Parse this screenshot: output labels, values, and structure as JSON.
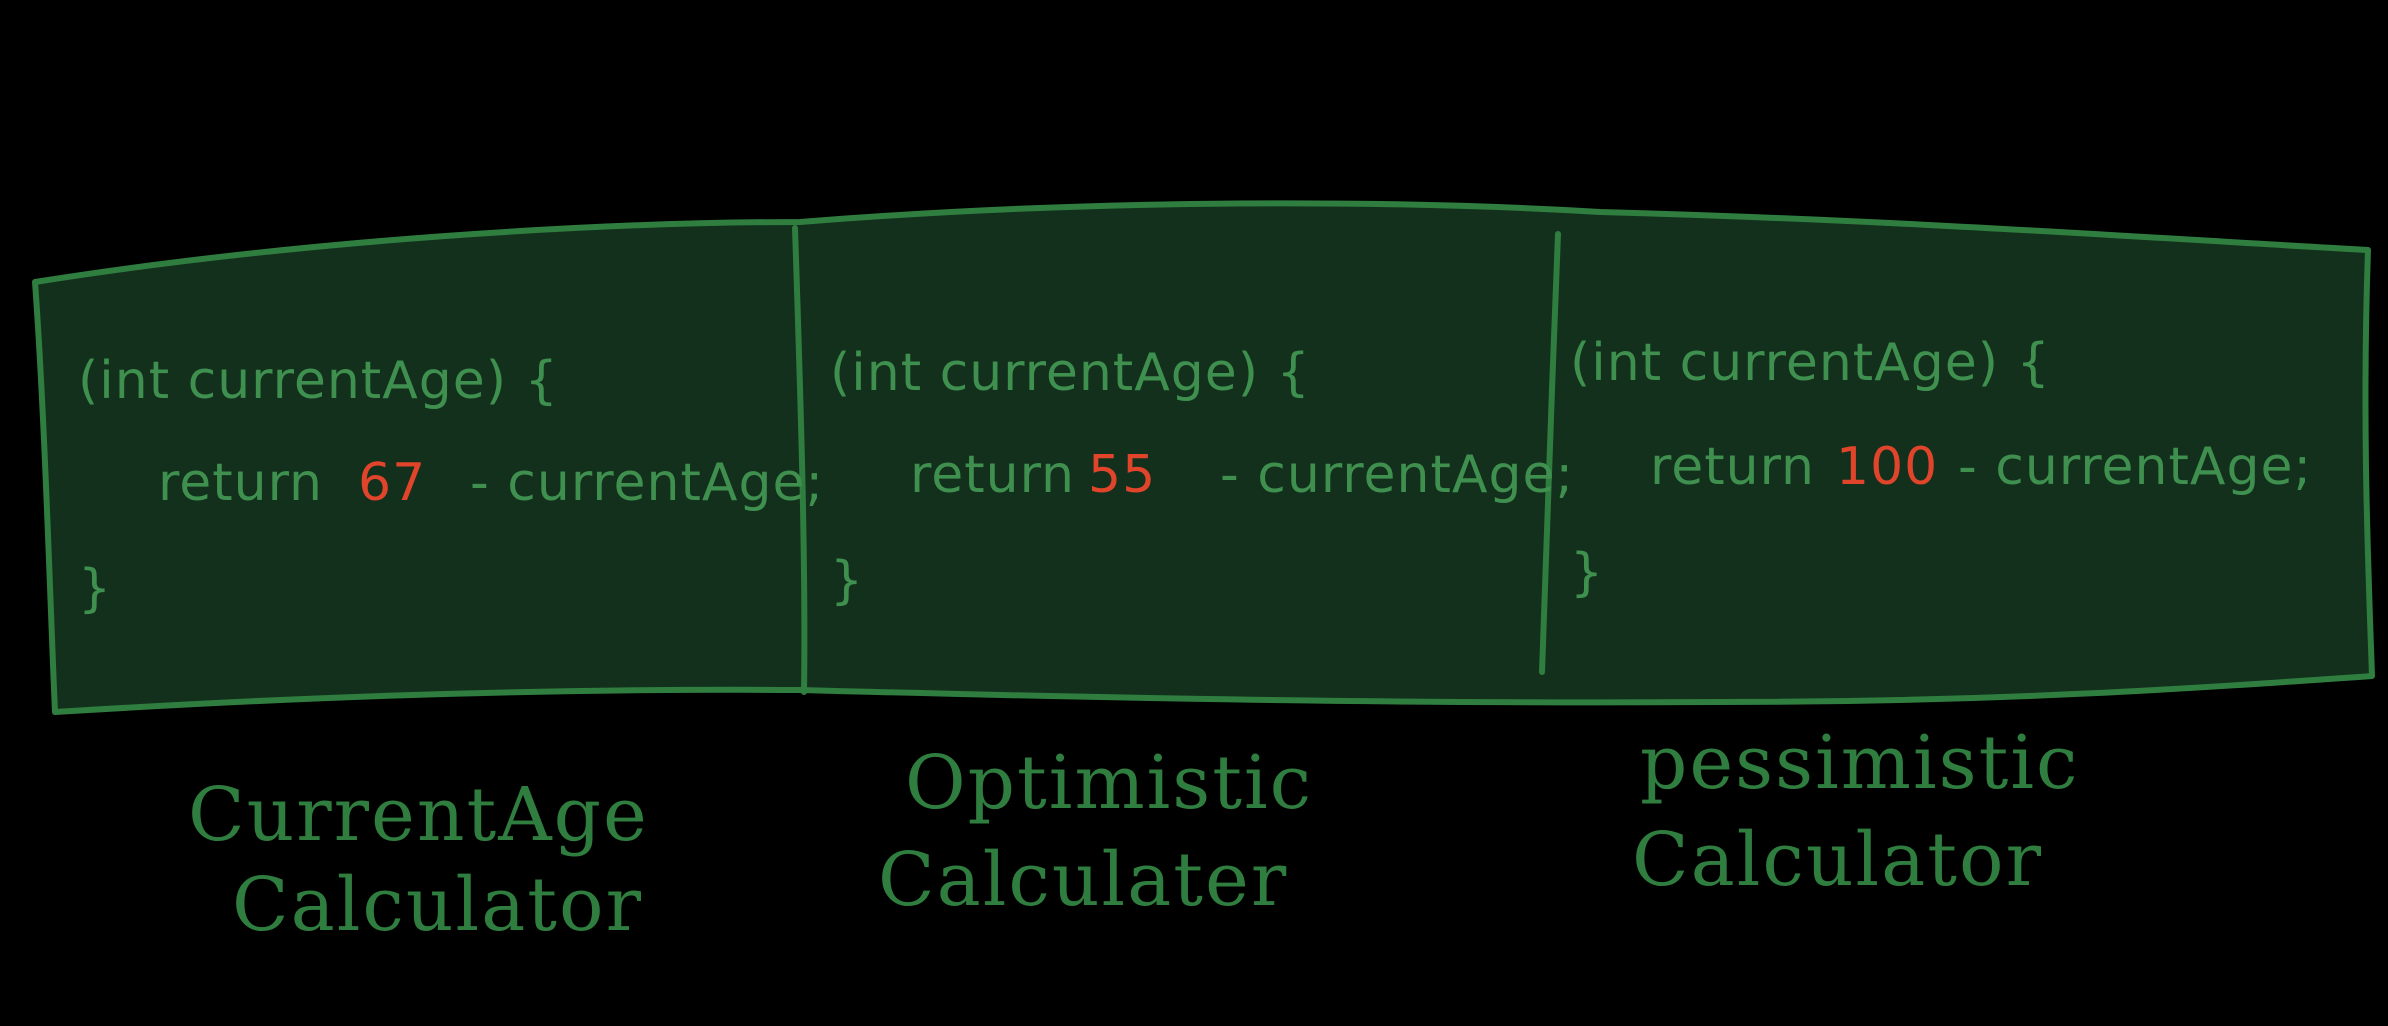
{
  "colors": {
    "background": "#000000",
    "panel_fill": "#12301c",
    "stroke": "#2f7d3f",
    "code_text": "#3f8f4f",
    "number_text": "#e0442a"
  },
  "panels": [
    {
      "signature": "(int currentAge) {",
      "return_keyword": "return",
      "number": "67",
      "expression": "- currentAge;",
      "closing": "}",
      "caption_line1": "CurrentAge",
      "caption_line2": "Calculator"
    },
    {
      "signature": "(int currentAge) {",
      "return_keyword": "return",
      "number": "55",
      "expression": "- currentAge;",
      "closing": "}",
      "caption_line1": "Optimistic",
      "caption_line2": "Calculater"
    },
    {
      "signature": "(int currentAge) {",
      "return_keyword": "return",
      "number": "100",
      "expression": "- currentAge;",
      "closing": "}",
      "caption_line1": "pessimistic",
      "caption_line2": "Calculator"
    }
  ]
}
